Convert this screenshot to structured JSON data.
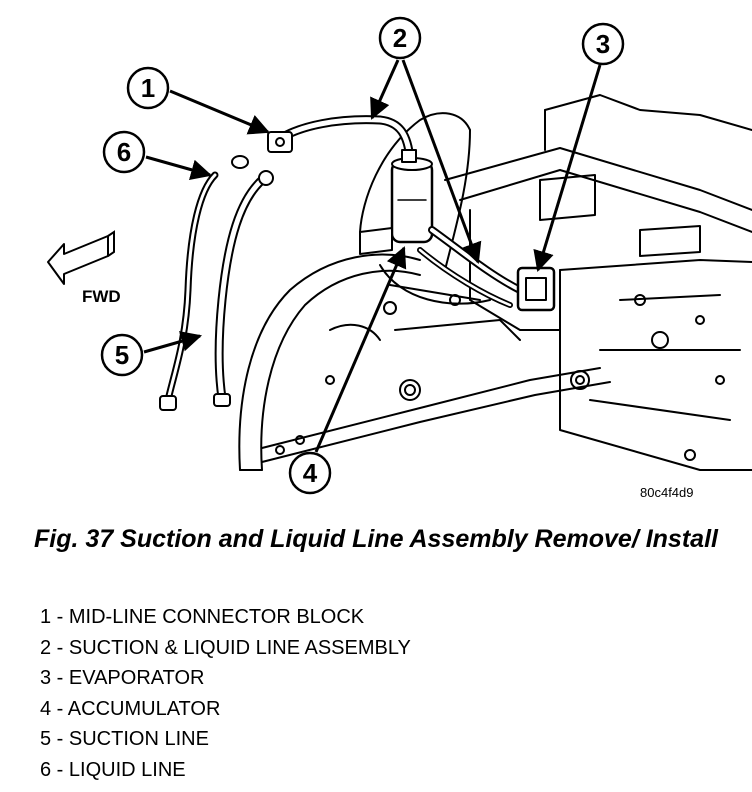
{
  "figure": {
    "code": "80c4f4d9",
    "direction_label": "FWD",
    "caption": "Fig. 37 Suction and Liquid Line Assembly Remove/ Install"
  },
  "callouts": [
    "1",
    "2",
    "3",
    "4",
    "5",
    "6"
  ],
  "legend": [
    "1 - MID-LINE CONNECTOR BLOCK",
    "2 - SUCTION & LIQUID LINE ASSEMBLY",
    "3 - EVAPORATOR",
    "4 - ACCUMULATOR",
    "5 - SUCTION LINE",
    "6 - LIQUID LINE"
  ]
}
